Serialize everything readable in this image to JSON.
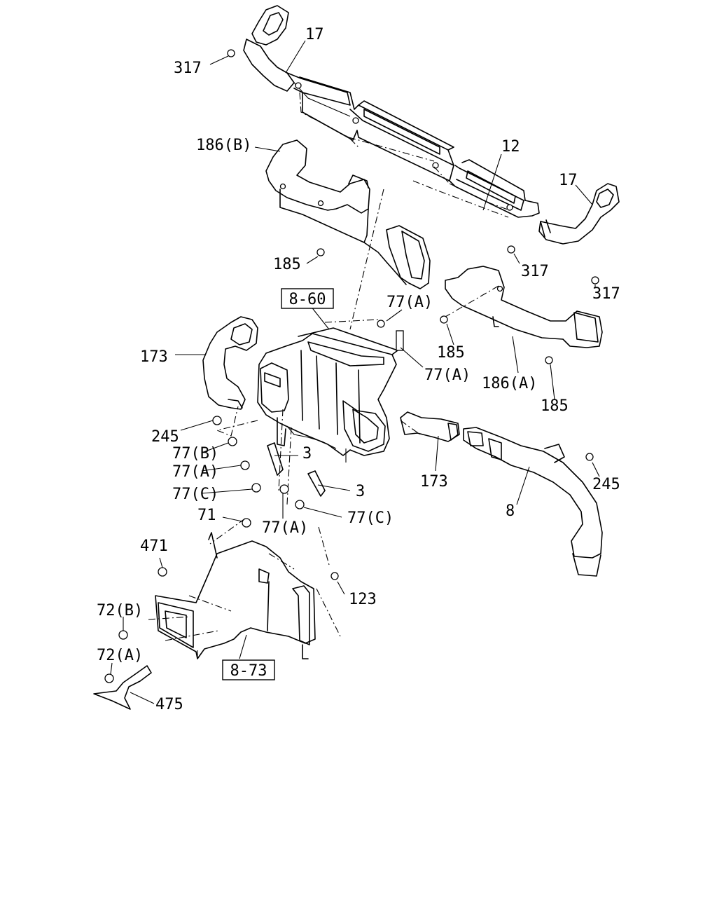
{
  "callouts": {
    "c17_top": "17",
    "c317_top": "317",
    "c12": "12",
    "c186b": "186(B)",
    "c17_right": "17",
    "c185_left": "185",
    "c317_mid": "317",
    "c317_right": "317",
    "c77a_top": "77(A)",
    "c77a_right": "77(A)",
    "c185_mid": "185",
    "c186a": "186(A)",
    "c185_low": "185",
    "c173_left": "173",
    "c245_left": "245",
    "c77b": "77(B)",
    "c3_upper": "3",
    "c77a_left": "77(A)",
    "c77c_left": "77(C)",
    "c3_lower": "3",
    "c173_right": "173",
    "c245_right": "245",
    "c8": "8",
    "c71": "71",
    "c77a_bottom": "77(A)",
    "c77c_right": "77(C)",
    "c471": "471",
    "c123": "123",
    "c72b": "72(B)",
    "c72a": "72(A)",
    "c475": "475"
  },
  "references": {
    "ref_8_60": "8-60",
    "ref_8_73": "8-73"
  }
}
